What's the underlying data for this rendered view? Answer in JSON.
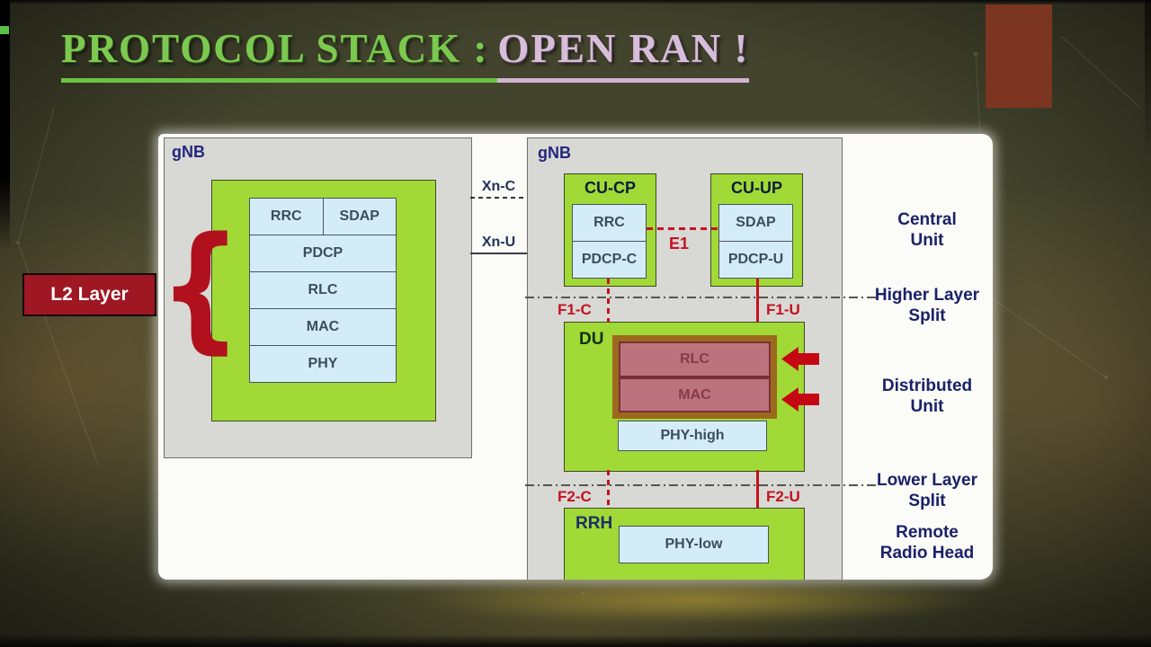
{
  "slide": {
    "title": {
      "part_green": "PROTOCOL STACK :",
      "part_pink": "OPEN RAN !"
    }
  },
  "left_gnb": {
    "label": "gNB",
    "top_row": [
      "RRC",
      "SDAP"
    ],
    "layers": [
      "PDCP",
      "RLC",
      "MAC",
      "PHY"
    ],
    "annotation": "L2 Layer"
  },
  "interfaces": {
    "xn_c": "Xn-C",
    "xn_u": "Xn-U",
    "e1": "E1",
    "f1_c": "F1-C",
    "f1_u": "F1-U",
    "f2_c": "F2-C",
    "f2_u": "F2-U"
  },
  "right_gnb": {
    "label": "gNB",
    "cu_cp": {
      "title": "CU-CP",
      "layers": [
        "RRC",
        "PDCP-C"
      ]
    },
    "cu_up": {
      "title": "CU-UP",
      "layers": [
        "SDAP",
        "PDCP-U"
      ]
    },
    "du": {
      "title": "DU",
      "highlighted": [
        "RLC",
        "MAC"
      ],
      "layer": "PHY-high"
    },
    "rrh": {
      "title": "RRH",
      "layer": "PHY-low"
    }
  },
  "unit_labels": [
    {
      "line1": "Central",
      "line2": "Unit"
    },
    {
      "line1": "Higher Layer",
      "line2": "Split"
    },
    {
      "line1": "Distributed",
      "line2": "Unit"
    },
    {
      "line1": "Lower Layer",
      "line2": "Split"
    },
    {
      "line1": "Remote",
      "line2": "Radio Head"
    }
  ],
  "colors": {
    "title_green": "#7cc94f",
    "title_pink": "#d7bdd9",
    "panel_gray": "#d8d8d4",
    "unit_green": "#a1d936",
    "layer_blue": "#d4ecf8",
    "highlight_fill": "#bb737d",
    "highlight_border": "#9c6a1c",
    "accent_red": "#c41220",
    "l2_box_red": "#9e1722",
    "label_navy": "#1b2168",
    "gnb_navy": "#26267d",
    "background_olive": "#43442d",
    "corner_brown": "#7b3520"
  }
}
